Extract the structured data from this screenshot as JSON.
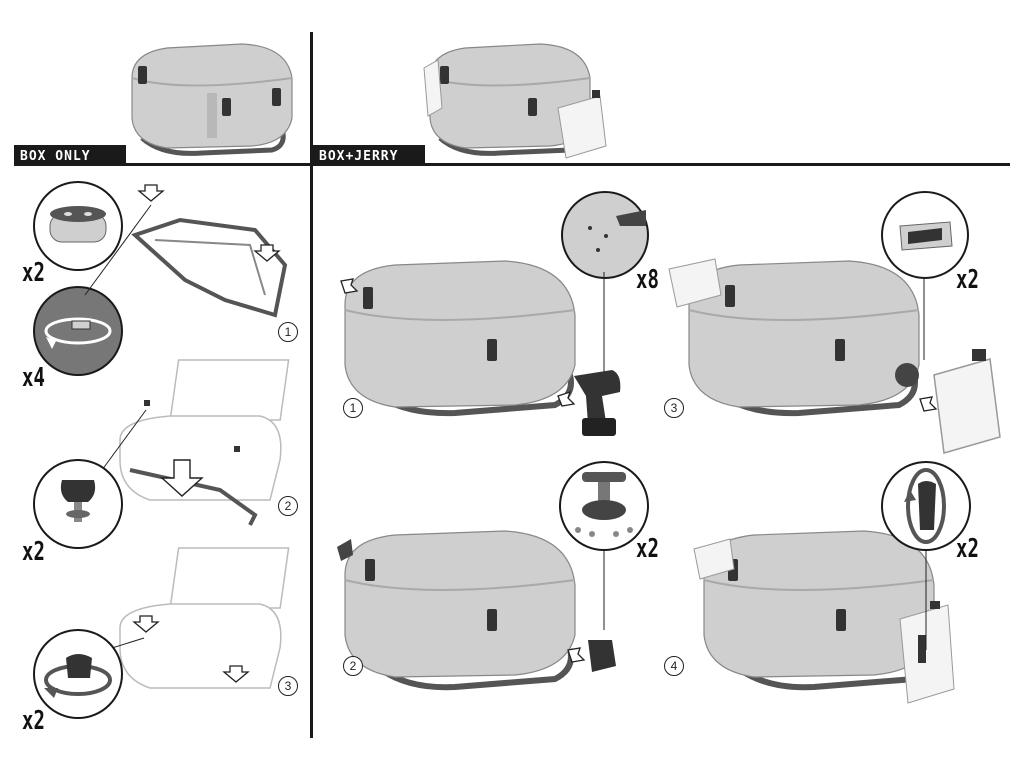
{
  "sections": {
    "box_only": "BOX ONLY",
    "box_jerry_cans": "BOX+JERRY CANS"
  },
  "left_steps": [
    {
      "number": "1",
      "quantities": [
        "x2",
        "x4"
      ]
    },
    {
      "number": "2",
      "quantities": [
        "x2"
      ]
    },
    {
      "number": "3",
      "quantities": [
        "x2"
      ]
    }
  ],
  "right_steps": [
    {
      "number": "1",
      "quantity": "x8"
    },
    {
      "number": "2",
      "quantity": "x2"
    },
    {
      "number": "3",
      "quantity": "x2"
    },
    {
      "number": "4",
      "quantity": "x2"
    }
  ],
  "colors": {
    "ink": "#1a1a1a",
    "box_fill": "#cfcfcf",
    "box_shade": "#a9a9a9",
    "frame": "#555555",
    "jerry_can": "#f4f4f4"
  },
  "icons": [
    "hollow-arrow-icon",
    "rotate-arrow-icon",
    "drill-icon",
    "knob-icon",
    "clip-icon",
    "jerry-can-icon"
  ]
}
